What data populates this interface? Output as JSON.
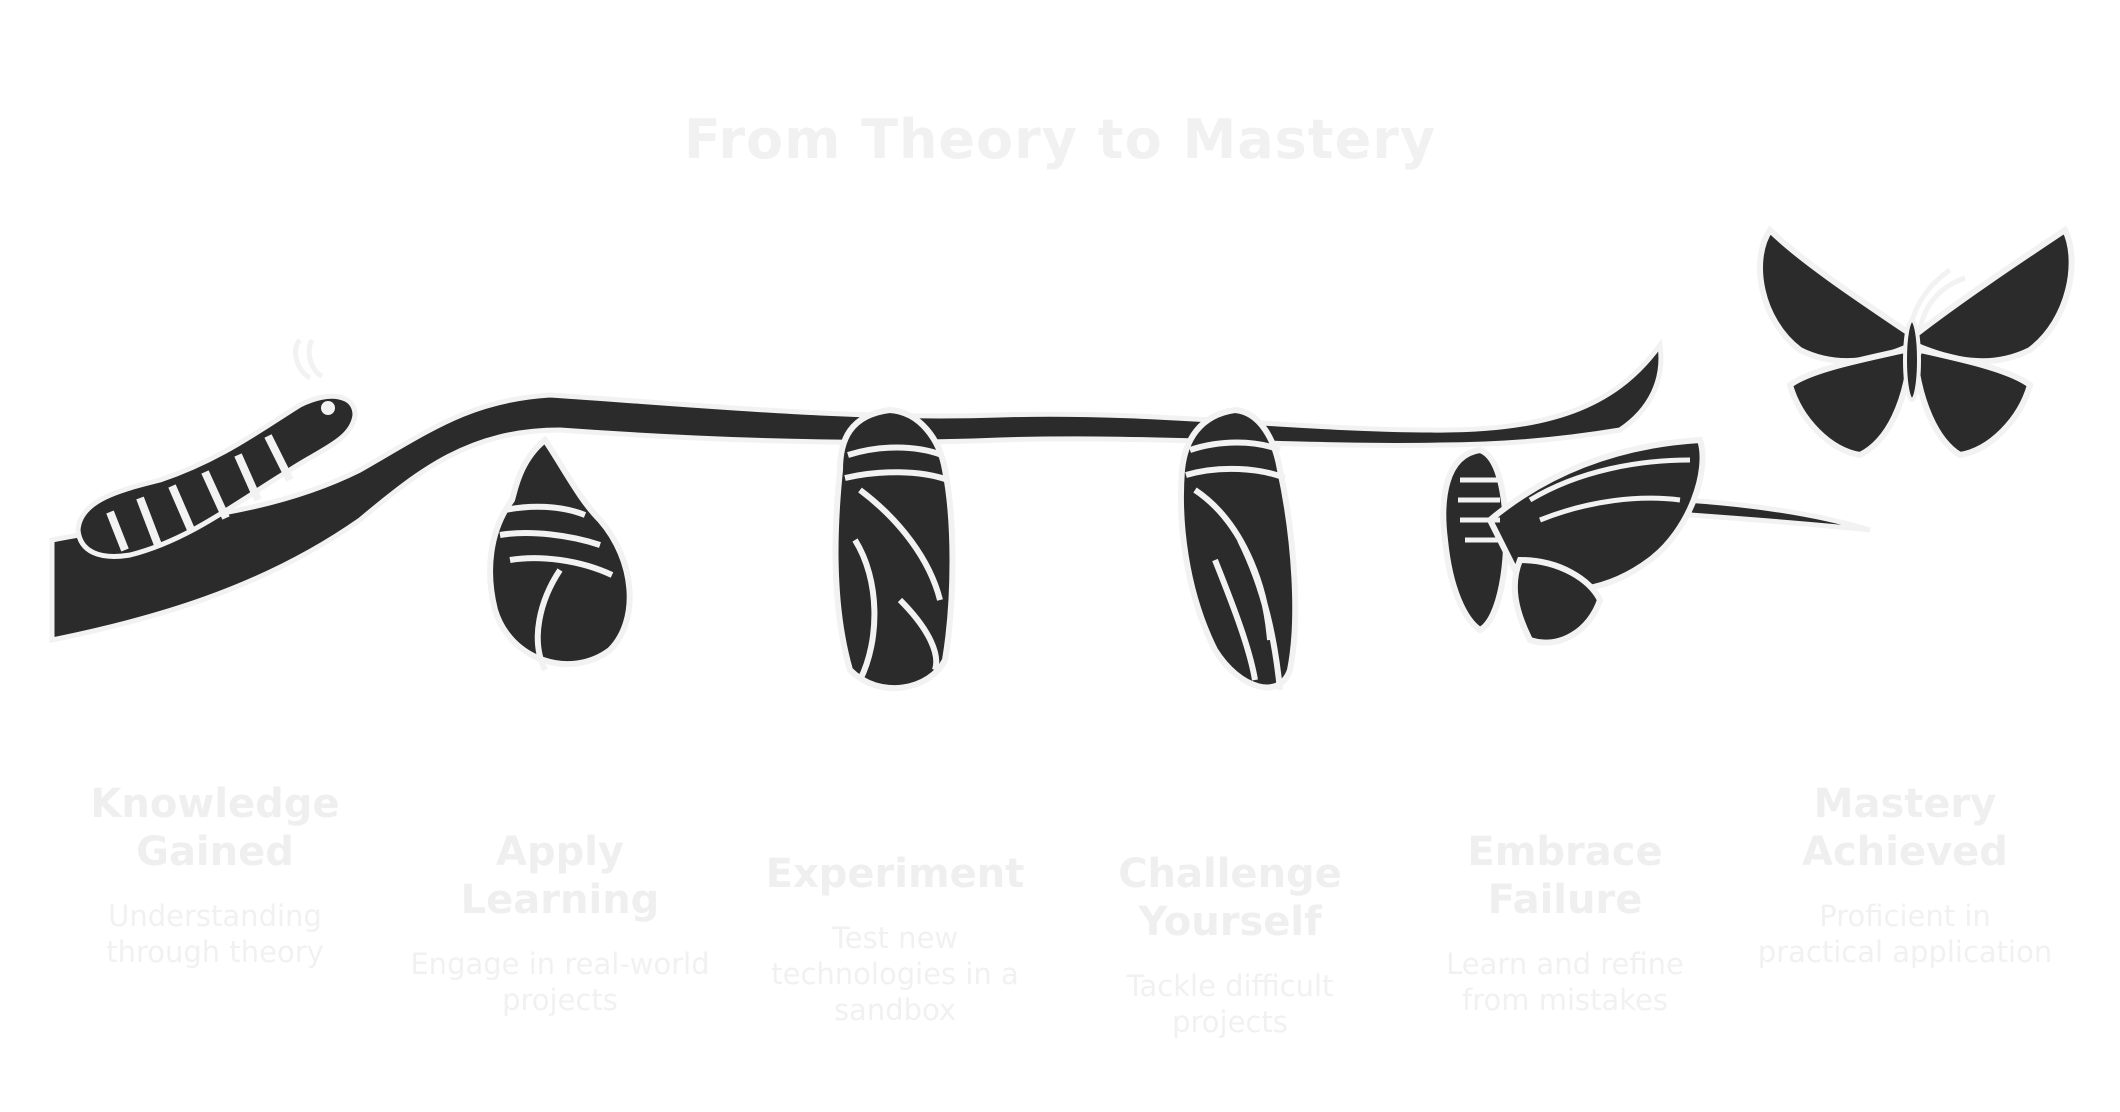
{
  "title": "From Theory to Mastery",
  "stages": [
    {
      "heading": "Knowledge Gained",
      "description": "Understanding through theory"
    },
    {
      "heading": "Apply Learning",
      "description": "Engage in real-world projects"
    },
    {
      "heading": "Experiment",
      "description": "Test new technologies in a sandbox"
    },
    {
      "heading": "Challenge Yourself",
      "description": "Tackle difficult projects"
    },
    {
      "heading": "Embrace Failure",
      "description": "Learn and refine from mistakes"
    },
    {
      "heading": "Mastery Achieved",
      "description": "Proficient in practical application"
    }
  ],
  "colors": {
    "silhouette": "#2b2b2b",
    "outline": "#f2f2f2",
    "text": "#efefef"
  }
}
